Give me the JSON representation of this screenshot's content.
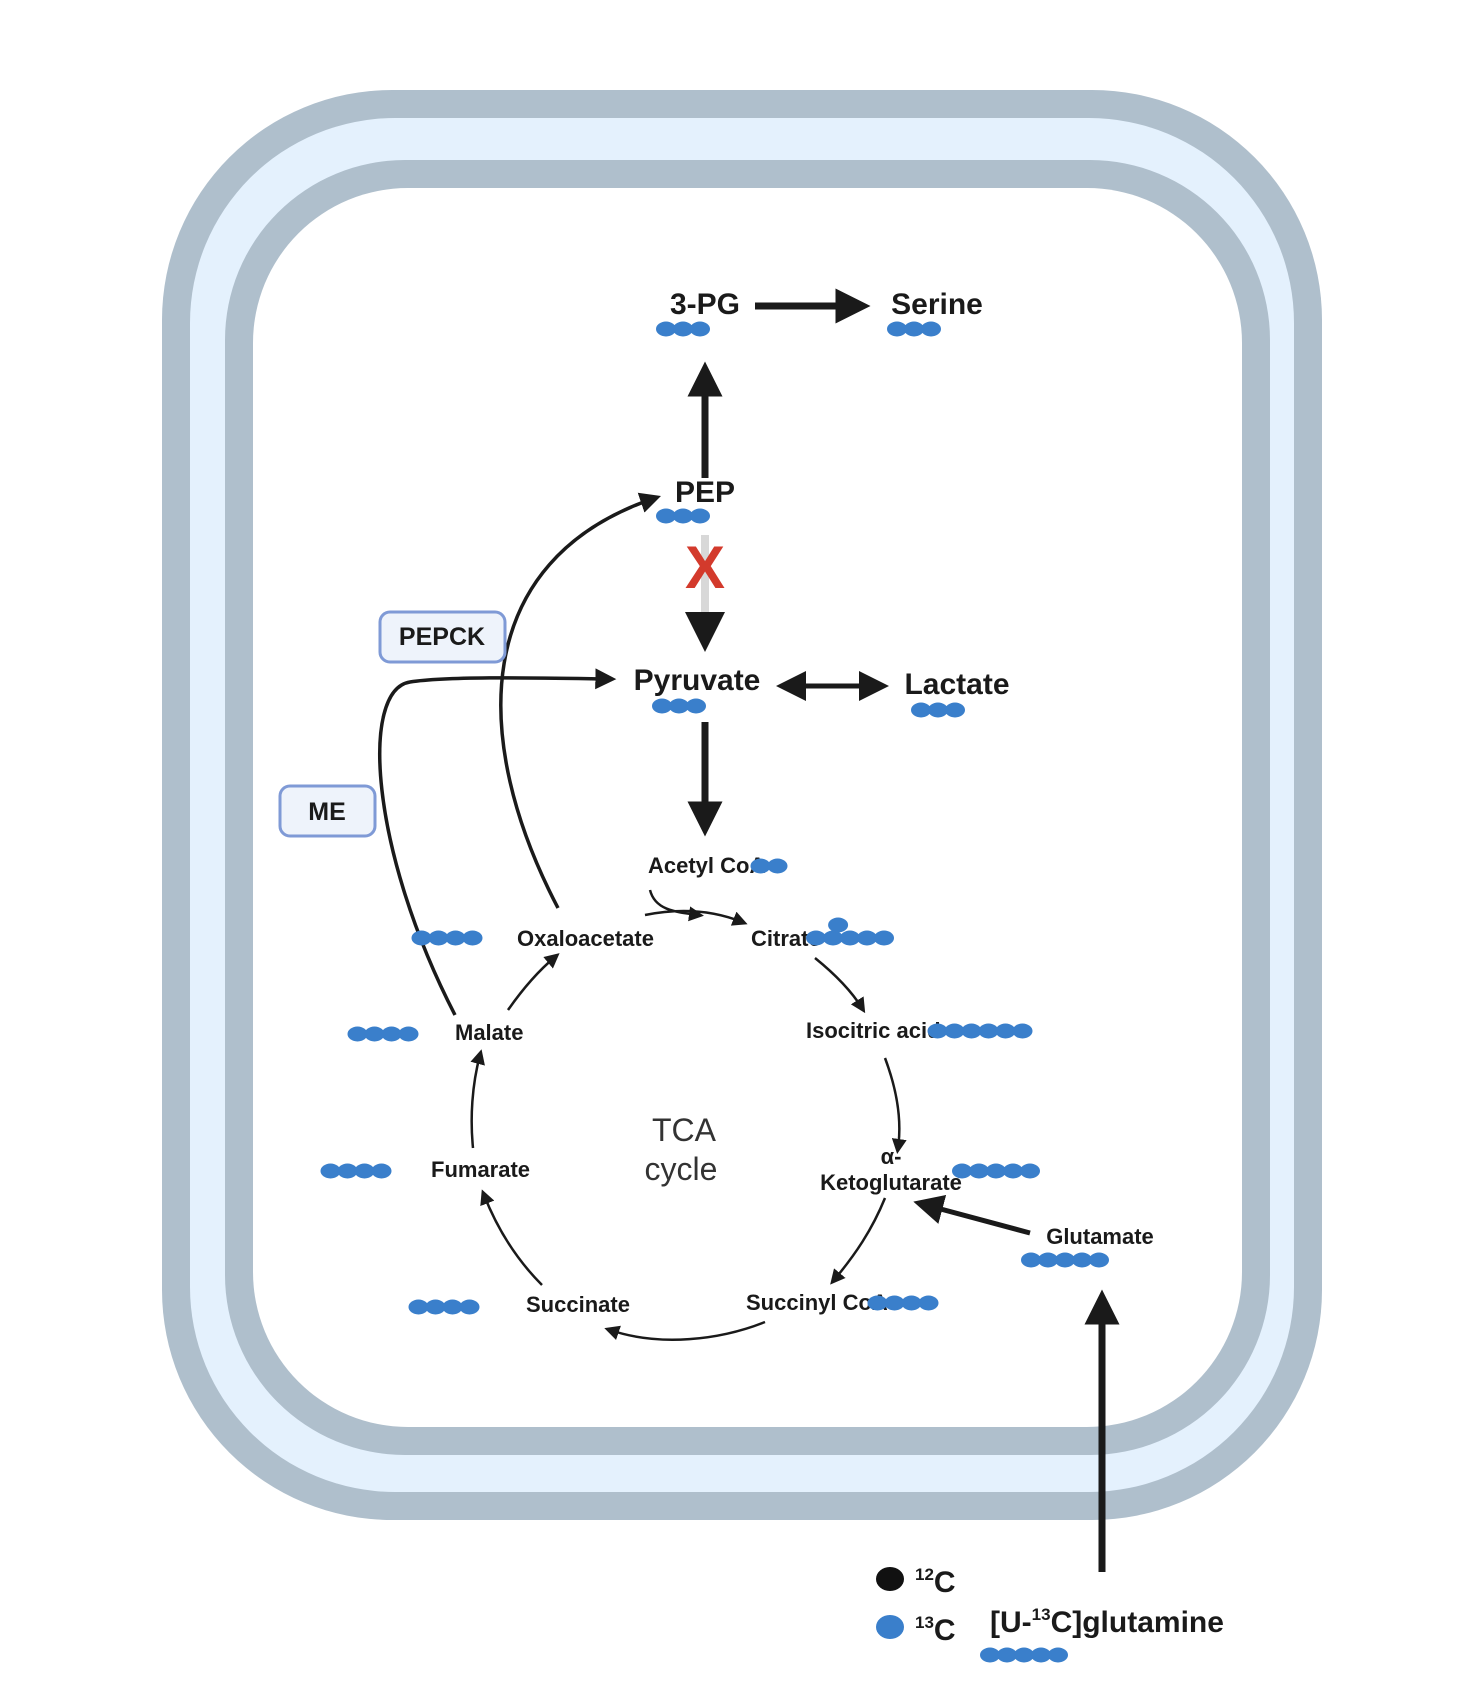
{
  "colors": {
    "membrane_outer": "#afbfcc",
    "membrane_inner_fill": "#e4f1fd",
    "c13": "#3a7fcb",
    "c12": "#111111",
    "arrow": "#1a1a1a",
    "blocked_arrow": "#d8d8d8",
    "block_mark": "#d33a2c",
    "enzyme_border": "#7f9ad6"
  },
  "metabolites": {
    "pg3": "3-PG",
    "serine": "Serine",
    "pep": "PEP",
    "pyruvate": "Pyruvate",
    "lactate": "Lactate",
    "acetyl_coa": "Acetyl CoA",
    "oxaloacetate": "Oxaloacetate",
    "citrate": "Citrate",
    "isocitric": "Isocitric acid",
    "alpha": "α-",
    "akg": "Ketoglutarate",
    "malate": "Malate",
    "fumarate": "Fumarate",
    "succinate": "Succinate",
    "succinyl_coa": "Succinyl CoA",
    "glutamate": "Glutamate"
  },
  "enzymes": {
    "pepck": "PEPCK",
    "me": "ME"
  },
  "tca": {
    "line1": "TCA",
    "line2": "cycle"
  },
  "block_mark": "X",
  "legend": {
    "c12_mass": "12",
    "c12_el": "C",
    "c13_mass": "13",
    "c13_el": "C",
    "tracer_pre": "[U-",
    "tracer_mass": "13",
    "tracer_post": "C]glutamine"
  },
  "carbon_counts": {
    "pg3": 3,
    "serine": 3,
    "pep": 3,
    "pyruvate": 3,
    "lactate": 3,
    "acetyl_coa": 2,
    "oxaloacetate": 4,
    "citrate": 6,
    "isocitric": 6,
    "akg": 5,
    "glutamate": 5,
    "succinyl_coa": 4,
    "succinate": 4,
    "fumarate": 4,
    "malate": 4,
    "tracer": 5
  }
}
